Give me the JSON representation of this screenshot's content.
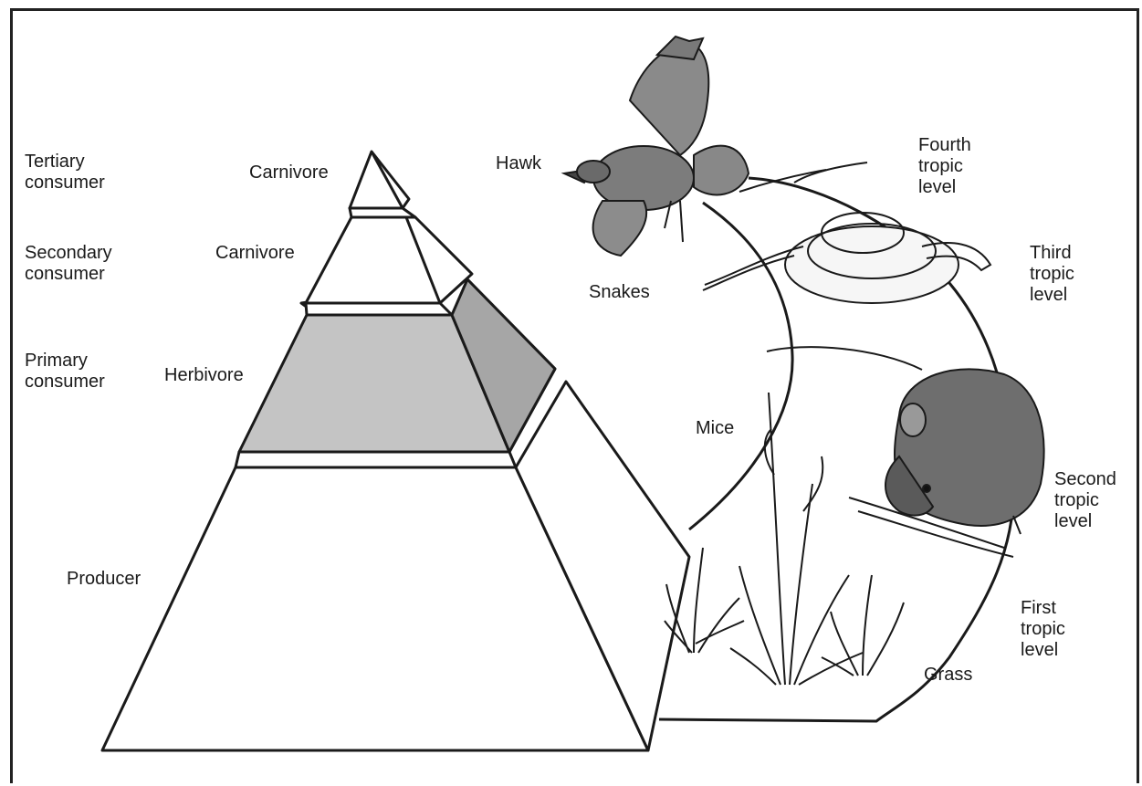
{
  "consumer_labels": {
    "tertiary": "Tertiary\nconsumer",
    "secondary": "Secondary\nconsumer",
    "primary": "Primary\nconsumer"
  },
  "pyramid_labels": {
    "top": "Carnivore",
    "upper": "Carnivore",
    "middle": "Herbivore",
    "base": "Producer"
  },
  "organism_labels": {
    "hawk": "Hawk",
    "snakes": "Snakes",
    "mice": "Mice",
    "grass": "Grass"
  },
  "level_labels": {
    "fourth": "Fourth\ntropic\nlevel",
    "third": "Third\ntropic\nlevel",
    "second": "Second\ntropic\nlevel",
    "first": "First\ntropic\nlevel"
  },
  "colors": {
    "herbivore_front": "#c4c4c4",
    "herbivore_side": "#a6a6a6",
    "line": "#1a1a1a"
  }
}
